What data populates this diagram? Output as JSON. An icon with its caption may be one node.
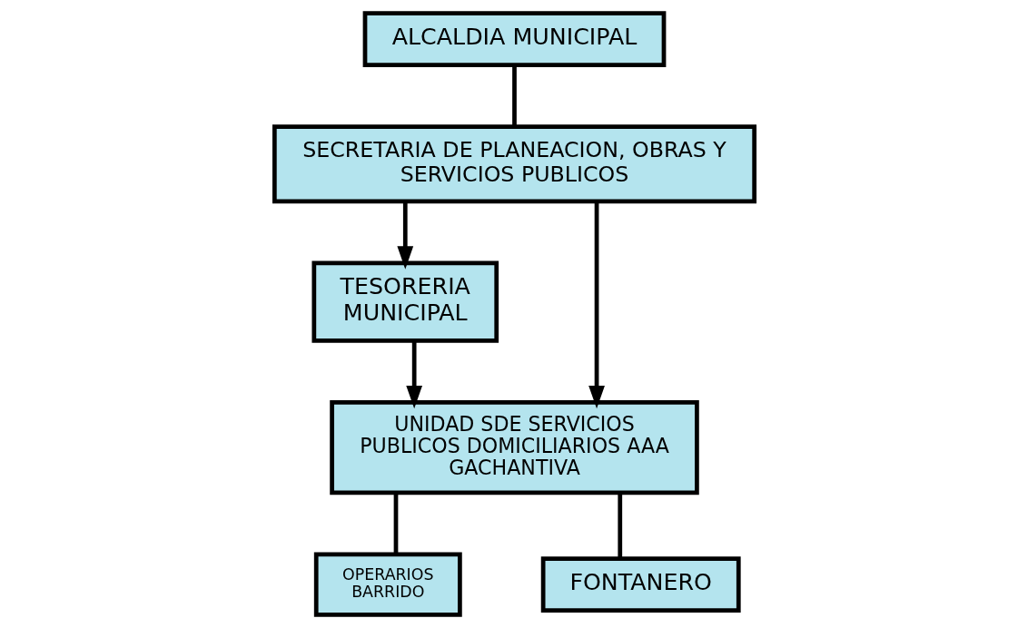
{
  "diagram": {
    "nodes": [
      {
        "text": [
          "ALCALDIA MUNICIPAL"
        ]
      },
      {
        "text": [
          "SECRETARIA DE PLANEACION, OBRAS Y SERVICIOS PUBLICOS"
        ]
      },
      {
        "text": [
          "TESORERIA MUNICIPAL"
        ]
      },
      {
        "text": [
          "UNIDAD SDE SERVICIOS PUBLICOS DOMICILIARIOS AAA GACHANTIVA"
        ]
      },
      {
        "text": [
          "OPERARIOS BARRIDO"
        ]
      },
      {
        "text": [
          "FONTANERO"
        ]
      }
    ],
    "edges": [
      {
        "from": 0,
        "to": 1,
        "arrow": "none"
      },
      {
        "from": 1,
        "to": 2,
        "arrow": "to"
      },
      {
        "from": 1,
        "to": 3,
        "arrow": "to"
      },
      {
        "from": 2,
        "to": 3,
        "arrow": "to"
      },
      {
        "from": 3,
        "to": 4,
        "arrow": "none"
      },
      {
        "from": 3,
        "to": 5,
        "arrow": "none"
      }
    ]
  }
}
